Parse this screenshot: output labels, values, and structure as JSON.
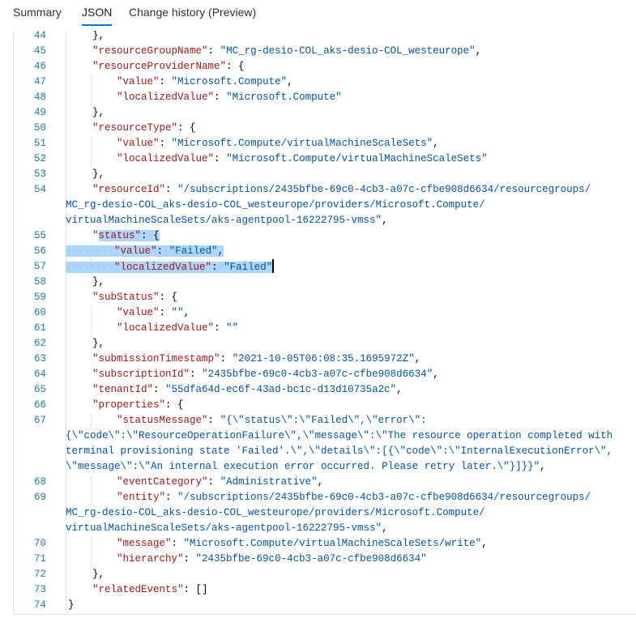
{
  "tabs": [
    {
      "label": "Summary",
      "active": false
    },
    {
      "label": "JSON",
      "active": true
    },
    {
      "label": "Change history (Preview)",
      "active": false
    }
  ],
  "colors": {
    "accent": "#0078d4",
    "key": "#a31515",
    "string": "#0451a5",
    "line_number": "#237893",
    "selection": "#add6ff"
  },
  "lines": [
    {
      "n": "44",
      "i": 1,
      "t": [
        [
          "p",
          "},"
        ]
      ]
    },
    {
      "n": "45",
      "i": 1,
      "t": [
        [
          "k",
          "\"resourceGroupName\""
        ],
        [
          "p",
          ": "
        ],
        [
          "s",
          "\"MC_rg-desio-COL_aks-desio-COL_westeurope\""
        ],
        [
          "p",
          ","
        ]
      ]
    },
    {
      "n": "46",
      "i": 1,
      "t": [
        [
          "k",
          "\"resourceProviderName\""
        ],
        [
          "p",
          ": {"
        ]
      ]
    },
    {
      "n": "47",
      "i": 2,
      "t": [
        [
          "k",
          "\"value\""
        ],
        [
          "p",
          ": "
        ],
        [
          "s",
          "\"Microsoft.Compute\""
        ],
        [
          "p",
          ","
        ]
      ]
    },
    {
      "n": "48",
      "i": 2,
      "t": [
        [
          "k",
          "\"localizedValue\""
        ],
        [
          "p",
          ": "
        ],
        [
          "s",
          "\"Microsoft.Compute\""
        ]
      ]
    },
    {
      "n": "49",
      "i": 1,
      "t": [
        [
          "p",
          "},"
        ]
      ]
    },
    {
      "n": "50",
      "i": 1,
      "t": [
        [
          "k",
          "\"resourceType\""
        ],
        [
          "p",
          ": {"
        ]
      ]
    },
    {
      "n": "51",
      "i": 2,
      "t": [
        [
          "k",
          "\"value\""
        ],
        [
          "p",
          ": "
        ],
        [
          "s",
          "\"Microsoft.Compute/virtualMachineScaleSets\""
        ],
        [
          "p",
          ","
        ]
      ]
    },
    {
      "n": "52",
      "i": 2,
      "t": [
        [
          "k",
          "\"localizedValue\""
        ],
        [
          "p",
          ": "
        ],
        [
          "s",
          "\"Microsoft.Compute/virtualMachineScaleSets\""
        ]
      ]
    },
    {
      "n": "53",
      "i": 1,
      "t": [
        [
          "p",
          "},"
        ]
      ]
    },
    {
      "n": "54",
      "i": 1,
      "t": [
        [
          "k",
          "\"resourceId\""
        ],
        [
          "p",
          ": "
        ],
        [
          "s",
          "\"/subscriptions/2435bfbe-69c0-4cb3-a07c-cfbe908d6634/resourcegroups/"
        ]
      ]
    },
    {
      "n": "",
      "i": 0,
      "w": true,
      "t": [
        [
          "s",
          "MC_rg-desio-COL_aks-desio-COL_westeurope/providers/Microsoft.Compute/"
        ]
      ]
    },
    {
      "n": "",
      "i": 0,
      "w": true,
      "t": [
        [
          "s",
          "virtualMachineScaleSets/aks-agentpool-16222795-vmss\""
        ],
        [
          "p",
          ","
        ]
      ]
    },
    {
      "n": "55",
      "i": 1,
      "t": [
        [
          "k",
          "\""
        ],
        [
          "k",
          "status\"",
          1
        ],
        [
          "p",
          ":",
          1
        ],
        [
          "ws",
          "·",
          1
        ],
        [
          "p",
          "{",
          1
        ]
      ]
    },
    {
      "n": "56",
      "i": 2,
      "sel": true,
      "t": [
        [
          "k",
          "\"value\"",
          1
        ],
        [
          "p",
          ":",
          1
        ],
        [
          "ws",
          "·",
          1
        ],
        [
          "s",
          "\"Failed\"",
          1
        ],
        [
          "p",
          ",",
          1
        ]
      ]
    },
    {
      "n": "57",
      "i": 2,
      "sel": true,
      "cursor": true,
      "t": [
        [
          "k",
          "\"localizedValue\"",
          1
        ],
        [
          "p",
          ":",
          1
        ],
        [
          "ws",
          "·",
          1
        ],
        [
          "s",
          "\"Failed\"",
          1
        ]
      ]
    },
    {
      "n": "58",
      "i": 1,
      "t": [
        [
          "p",
          "},"
        ]
      ]
    },
    {
      "n": "59",
      "i": 1,
      "t": [
        [
          "k",
          "\"subStatus\""
        ],
        [
          "p",
          ": {"
        ]
      ]
    },
    {
      "n": "60",
      "i": 2,
      "t": [
        [
          "k",
          "\"value\""
        ],
        [
          "p",
          ": "
        ],
        [
          "s",
          "\"\""
        ],
        [
          "p",
          ","
        ]
      ]
    },
    {
      "n": "61",
      "i": 2,
      "t": [
        [
          "k",
          "\"localizedValue\""
        ],
        [
          "p",
          ": "
        ],
        [
          "s",
          "\"\""
        ]
      ]
    },
    {
      "n": "62",
      "i": 1,
      "t": [
        [
          "p",
          "},"
        ]
      ]
    },
    {
      "n": "63",
      "i": 1,
      "t": [
        [
          "k",
          "\"submissionTimestamp\""
        ],
        [
          "p",
          ": "
        ],
        [
          "s",
          "\"2021-10-05T06:08:35.1695972Z\""
        ],
        [
          "p",
          ","
        ]
      ]
    },
    {
      "n": "64",
      "i": 1,
      "t": [
        [
          "k",
          "\"subscriptionId\""
        ],
        [
          "p",
          ": "
        ],
        [
          "s",
          "\"2435bfbe-69c0-4cb3-a07c-cfbe908d6634\""
        ],
        [
          "p",
          ","
        ]
      ]
    },
    {
      "n": "65",
      "i": 1,
      "t": [
        [
          "k",
          "\"tenantId\""
        ],
        [
          "p",
          ": "
        ],
        [
          "s",
          "\"55dfa64d-ec6f-43ad-bc1c-d13d10735a2c\""
        ],
        [
          "p",
          ","
        ]
      ]
    },
    {
      "n": "66",
      "i": 1,
      "t": [
        [
          "k",
          "\"properties\""
        ],
        [
          "p",
          ": {"
        ]
      ]
    },
    {
      "n": "67",
      "i": 2,
      "t": [
        [
          "k",
          "\"statusMessage\""
        ],
        [
          "p",
          ": "
        ],
        [
          "s",
          "\"{\\\"status\\\":\\\"Failed\\\",\\\"error\\\":"
        ]
      ]
    },
    {
      "n": "",
      "i": 0,
      "w": true,
      "t": [
        [
          "s",
          "{\\\"code\\\":\\\"ResourceOperationFailure\\\",\\\"message\\\":\\\"The resource operation completed with"
        ]
      ]
    },
    {
      "n": "",
      "i": 0,
      "w": true,
      "t": [
        [
          "s",
          "terminal provisioning state 'Failed'.\\\",\\\"details\\\":[{\\\"code\\\":\\\"InternalExecutionError\\\","
        ]
      ]
    },
    {
      "n": "",
      "i": 0,
      "w": true,
      "t": [
        [
          "s",
          "\\\"message\\\":\\\"An internal execution error occurred. Please retry later.\\\"}]}}\""
        ],
        [
          "p",
          ","
        ]
      ]
    },
    {
      "n": "68",
      "i": 2,
      "t": [
        [
          "k",
          "\"eventCategory\""
        ],
        [
          "p",
          ": "
        ],
        [
          "s",
          "\"Administrative\""
        ],
        [
          "p",
          ","
        ]
      ]
    },
    {
      "n": "69",
      "i": 2,
      "t": [
        [
          "k",
          "\"entity\""
        ],
        [
          "p",
          ": "
        ],
        [
          "s",
          "\"/subscriptions/2435bfbe-69c0-4cb3-a07c-cfbe908d6634/resourcegroups/"
        ]
      ]
    },
    {
      "n": "",
      "i": 0,
      "w": true,
      "t": [
        [
          "s",
          "MC_rg-desio-COL_aks-desio-COL_westeurope/providers/Microsoft.Compute/"
        ]
      ]
    },
    {
      "n": "",
      "i": 0,
      "w": true,
      "t": [
        [
          "s",
          "virtualMachineScaleSets/aks-agentpool-16222795-vmss\""
        ],
        [
          "p",
          ","
        ]
      ]
    },
    {
      "n": "70",
      "i": 2,
      "t": [
        [
          "k",
          "\"message\""
        ],
        [
          "p",
          ": "
        ],
        [
          "s",
          "\"Microsoft.Compute/virtualMachineScaleSets/write\""
        ],
        [
          "p",
          ","
        ]
      ]
    },
    {
      "n": "71",
      "i": 2,
      "t": [
        [
          "k",
          "\"hierarchy\""
        ],
        [
          "p",
          ": "
        ],
        [
          "s",
          "\"2435bfbe-69c0-4cb3-a07c-cfbe908d6634\""
        ]
      ]
    },
    {
      "n": "72",
      "i": 1,
      "t": [
        [
          "p",
          "},"
        ]
      ]
    },
    {
      "n": "73",
      "i": 1,
      "t": [
        [
          "k",
          "\"relatedEvents\""
        ],
        [
          "p",
          ": []"
        ]
      ]
    },
    {
      "n": "74",
      "i": 0,
      "t": [
        [
          "p",
          "}"
        ]
      ]
    }
  ]
}
